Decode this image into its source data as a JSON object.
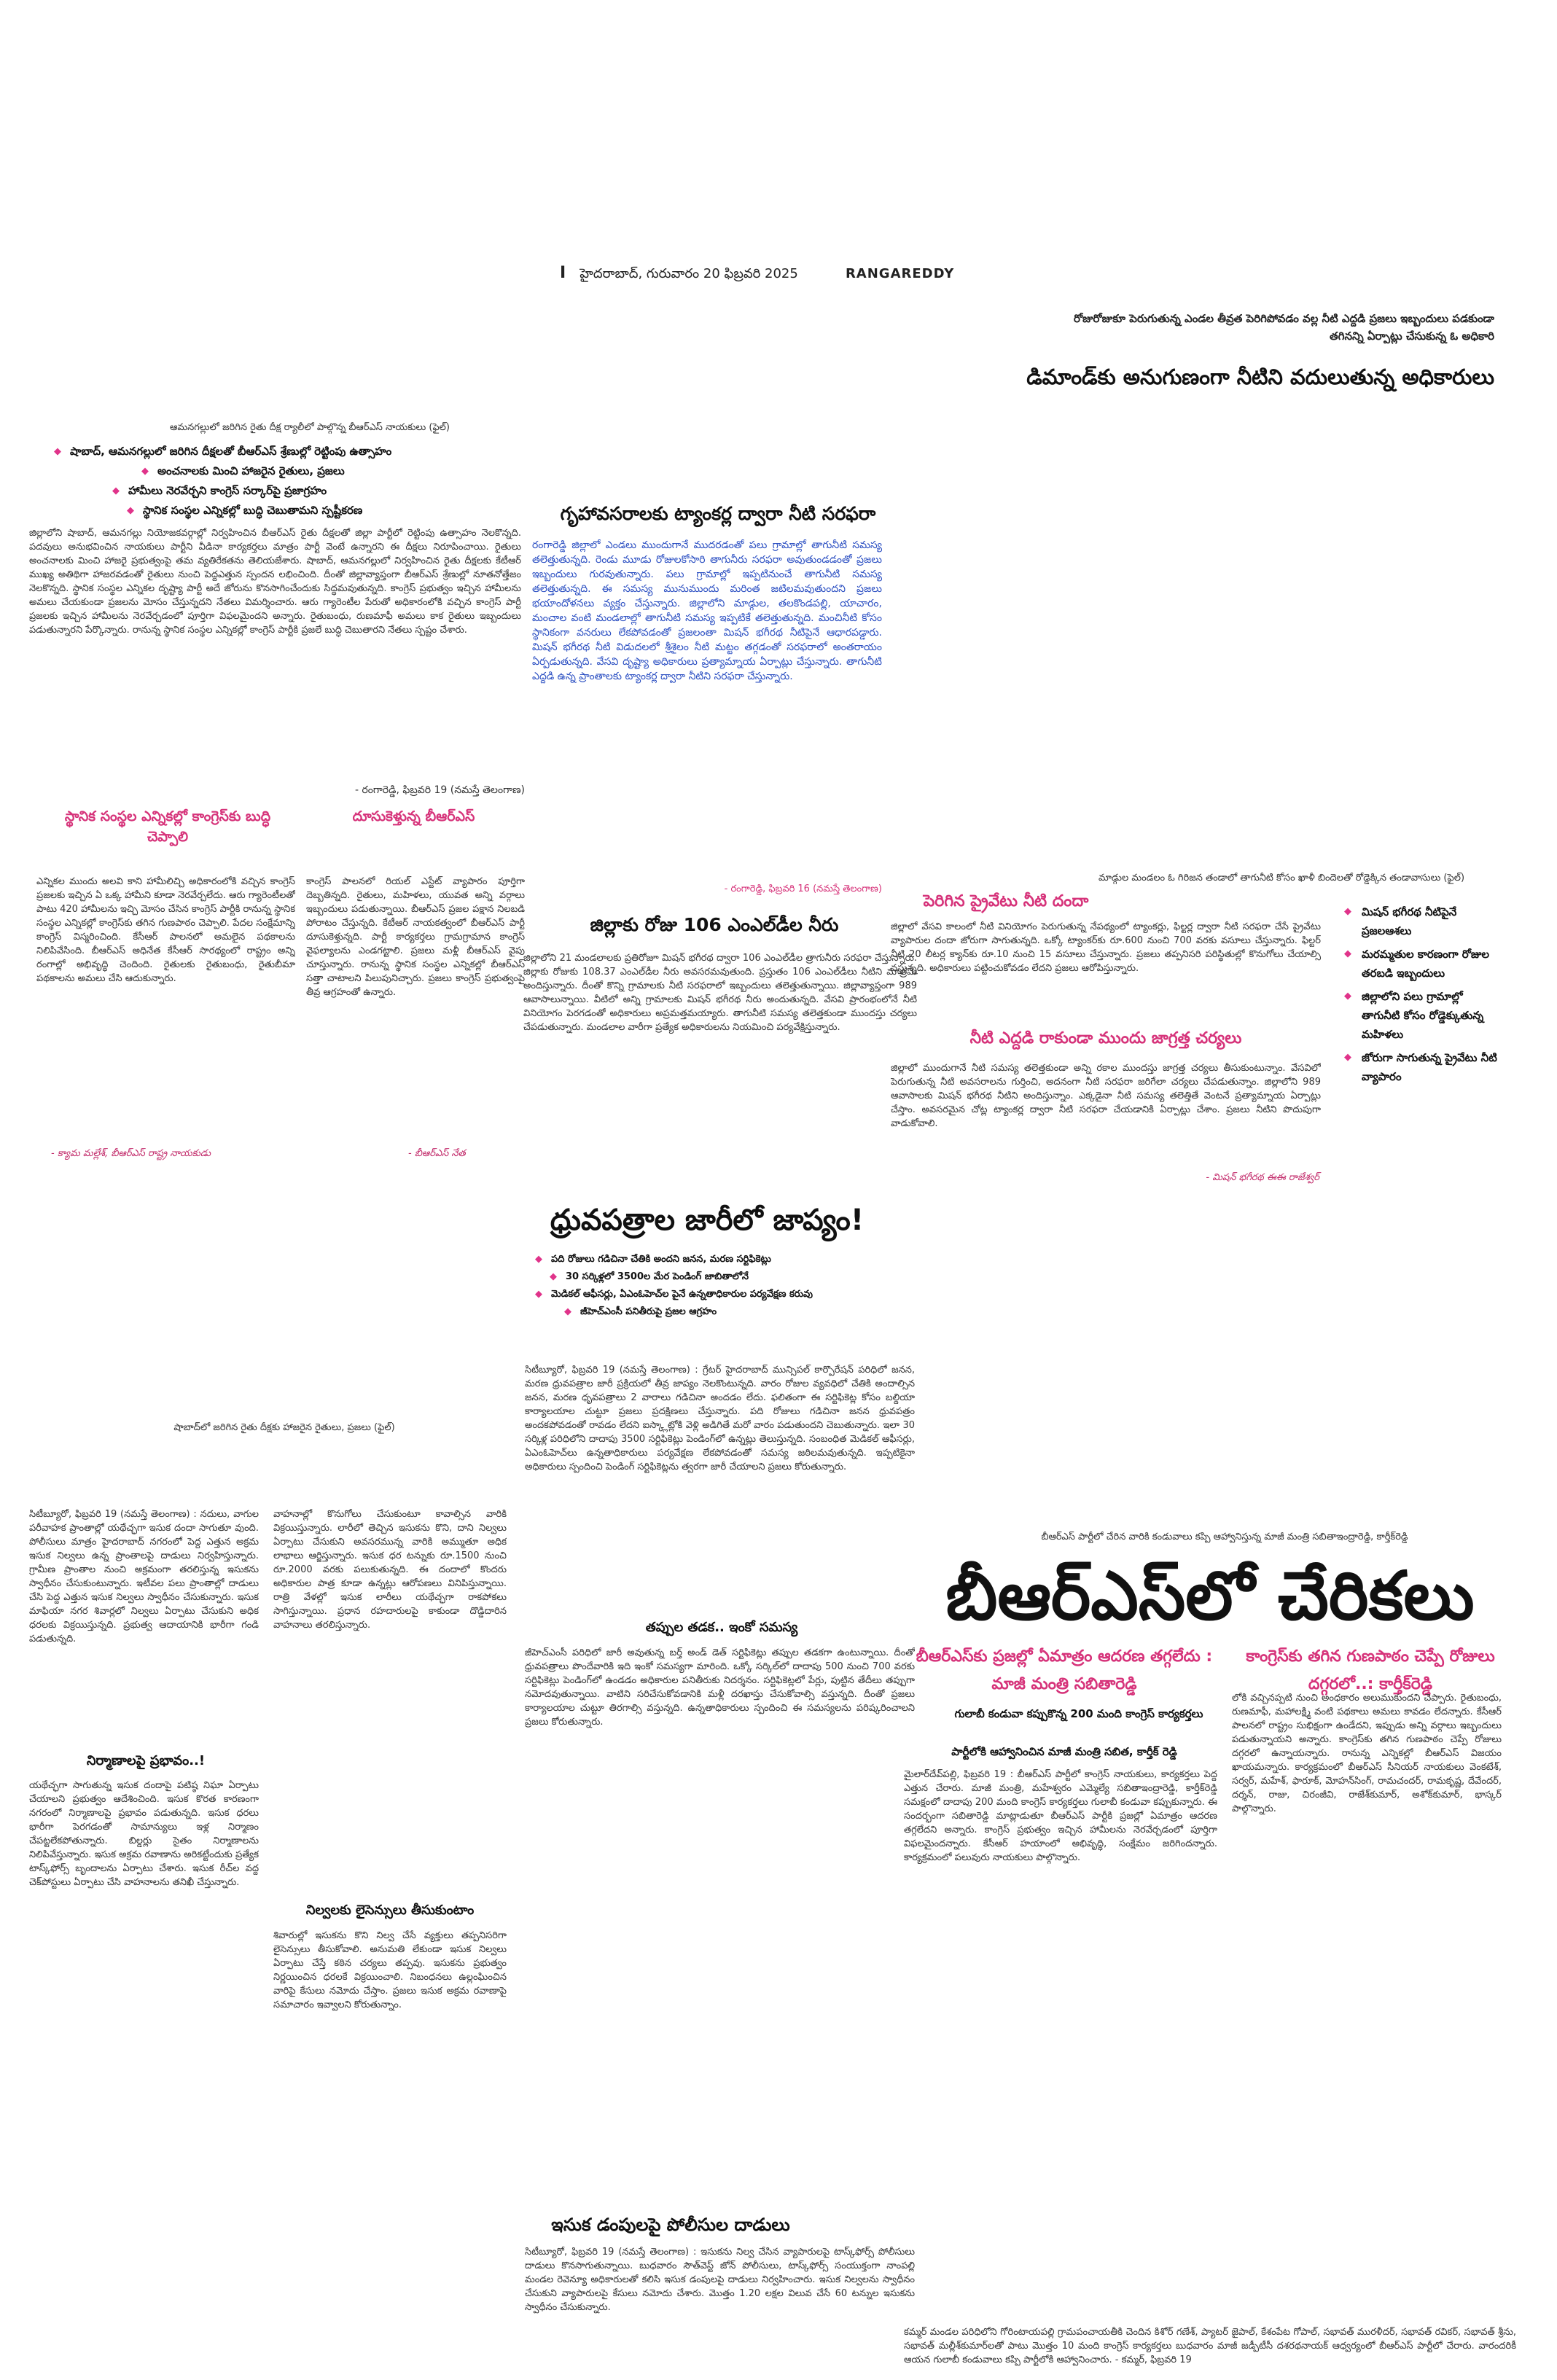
{
  "masthead": {
    "marker": "I",
    "dateline": "హైదరాబాద్, గురువారం 20 ఫిబ్రవరి 2025",
    "section": "RANGAREDDY"
  },
  "water_story": {
    "deck": "రోజురోజుకూ పెరుగుతున్న ఎండల తీవ్రత పెరిగిపోవడం వల్ల నీటి ఎద్దడి ప్రజలు ఇబ్బందులు పడకుండా తగినన్ని ఏర్పాట్లు చేసుకున్న ఓ అధికారి",
    "headline": "డిమాండ్‌కు అనుగుణంగా నీటిని వదులుతున్న అధికారులు"
  },
  "rally_story": {
    "photo_caption_top": "ఆమనగల్లులో జరిగిన రైతు దీక్ష ర్యాలీలో పాల్గొన్న బీఆర్‌ఎస్ నాయకులు (ఫైల్)",
    "bullets": [
      "షాబాద్, ఆమనగల్లులో జరిగిన దీక్షలతో బీఆర్‌ఎస్ శ్రేణుల్లో రెట్టింపు ఉత్సాహం",
      "అంచనాలకు మించి హాజరైన రైతులు, ప్రజలు",
      "హామీలు నెరవేర్చని కాంగ్రెస్ సర్కార్‌పై ప్రజాగ్రహం",
      "స్థానిక సంస్థల ఎన్నికల్లో బుద్ధి చెబుతామని స్పష్టీకరణ"
    ],
    "body": "జిల్లాలోని షాబాద్, ఆమనగల్లు నియోజకవర్గాల్లో నిర్వహించిన బీఆర్‌ఎస్ రైతు దీక్షలతో జిల్లా పార్టీలో రెట్టింపు ఉత్సాహం నెలకొన్నది. పదవులు అనుభవించిన నాయకులు పార్టీని వీడినా కార్యకర్తలు మాత్రం పార్టీ వెంటే ఉన్నారని ఈ దీక్షలు నిరూపించాయి. రైతులు అంచనాలకు మించి హాజరై ప్రభుత్వంపై తమ వ్యతిరేకతను తెలియజేశారు. షాబాద్, ఆమనగల్లులో నిర్వహించిన రైతు దీక్షలకు కేటీఆర్ ముఖ్య అతిథిగా హాజరవడంతో రైతులు నుంచి పెద్దఎత్తున స్పందన లభించింది. దీంతో జిల్లావ్యాప్తంగా బీఆర్‌ఎస్ శ్రేణుల్లో నూతనోత్తేజం నెలకొన్నది. స్థానిక సంస్థల ఎన్నికల దృష్ట్యా పార్టీ అదే జోరును కొనసాగించేందుకు సిద్ధమవుతున్నది. కాంగ్రెస్ ప్రభుత్వం ఇచ్చిన హామీలను అమలు చేయకుండా ప్రజలను మోసం చేస్తున్నదని నేతలు విమర్శించారు. ఆరు గ్యారెంటీల పేరుతో అధికారంలోకి వచ్చిన కాంగ్రెస్ పార్టీ ప్రజలకు ఇచ్చిన హామీలను నెరవేర్చడంలో పూర్తిగా విఫలమైందని అన్నారు. రైతుబంధు, రుణమాఫీ అమలు కాక రైతులు ఇబ్బందులు పడుతున్నారని పేర్కొన్నారు. రానున్న స్థానిక సంస్థల ఎన్నికల్లో కాంగ్రెస్ పార్టీకి ప్రజలే బుద్ధి చెబుతారని నేతలు స్పష్టం చేశారు.",
    "dateline": "- రంగారెడ్డి, ఫిబ్రవరి 19 (నమస్తే తెలంగాణ)"
  },
  "local_story": {
    "headline": "స్థానిక సంస్థల ఎన్నికల్లో కాంగ్రెస్‌కు బుద్ధి చెప్పాలి",
    "body": "ఎన్నికల ముందు అలవి కాని హామీలిచ్చి అధికారంలోకి వచ్చిన కాంగ్రెస్ ప్రజలకు ఇచ్చిన ఏ ఒక్క హామీని కూడా నెరవేర్చలేదు. ఆరు గ్యారెంటీలతో పాటు 420 హామీలను ఇచ్చి మోసం చేసిన కాంగ్రెస్ పార్టీకి రానున్న స్థానిక సంస్థల ఎన్నికల్లో కాంగ్రెస్‌కు తగిన గుణపాఠం చెప్పాలి. పేదల సంక్షేమాన్ని కాంగ్రెస్ విస్మరించింది. కేసీఆర్ పాలనలో అమలైన పథకాలను నిలిపివేసింది. బీఆర్‌ఎస్ అధినేత కేసీఆర్ సారథ్యంలో రాష్ట్రం అన్ని రంగాల్లో అభివృద్ధి చెందింది. రైతులకు రైతుబంధు, రైతుబీమా పథకాలను అమలు చేసి ఆదుకున్నారు.",
    "signature": "- క్యామ మల్లేశ్, బీఆర్‌ఎస్ రాష్ట్ర నాయకుడు"
  },
  "tempo_story": {
    "headline": "దూసుకెళ్తున్న బీఆర్‌ఎస్",
    "body": "కాంగ్రెస్ పాలనలో రియల్ ఎస్టేట్ వ్యాపారం పూర్తిగా దెబ్బతిన్నది. రైతులు, మహిళలు, యువత అన్ని వర్గాలు ఇబ్బందులు పడుతున్నాయి. బీఆర్‌ఎస్ ప్రజల పక్షాన నిలబడి పోరాటం చేస్తున్నది. కేటీఆర్ నాయకత్వంలో బీఆర్‌ఎస్ పార్టీ దూసుకెళ్తున్నది. పార్టీ కార్యకర్తలు గ్రామగ్రామాన కాంగ్రెస్ వైఫల్యాలను ఎండగట్టాలి. ప్రజలు మళ్లీ బీఆర్‌ఎస్ వైపు చూస్తున్నారు. రానున్న స్థానిక సంస్థల ఎన్నికల్లో బీఆర్‌ఎస్ సత్తా చాటాలని పిలుపునిచ్చారు. ప్రజలు కాంగ్రెస్ ప్రభుత్వంపై తీవ్ర ఆగ్రహంతో ఉన్నారు.",
    "signature": "- బీఆర్‌ఎస్ నేత"
  },
  "tanker_story": {
    "headline": "గృహావసరాలకు ట్యాంకర్ల ద్వారా నీటి సరఫరా",
    "body": "రంగారెడ్డి జిల్లాలో ఎండలు ముందుగానే ముదరడంతో పలు గ్రామాల్లో తాగునీటి సమస్య తలెత్తుతున్నది. రెండు మూడు రోజులకోసారి తాగునీరు సరఫరా అవుతుండడంతో ప్రజలు ఇబ్బందులు గురవుతున్నారు. పలు గ్రామాల్లో ఇప్పటినుంచే తాగునీటి సమస్య తలెత్తుతున్నది. ఈ సమస్య మునుముందు మరింత జటిలమవుతుందని ప్రజలు భయాందోళనలు వ్యక్తం చేస్తున్నారు. జిల్లాలోని మాడ్గుల, తలకొండపల్లి, యాచారం, మంచాల వంటి మండలాల్లో తాగునీటి సమస్య ఇప్పటికే తలెత్తుతున్నది. మంచినీటి కోసం స్థానికంగా వనరులు లేకపోవడంతో ప్రజలంతా మిషన్ భగీరథ నీటిపైనే ఆధారపడ్డారు. మిషన్ భగీరథ నీటి విడుదలలో శ్రీశైలం నీటి మట్టం తగ్గడంతో సరఫరాలో అంతరాయం ఏర్పడుతున్నది. వేసవి దృష్ట్యా అధికారులు ప్రత్యామ్నాయ ఏర్పాట్లు చేస్తున్నారు. తాగునీటి ఎద్దడి ఉన్న ప్రాంతాలకు ట్యాంకర్ల ద్వారా నీటిని సరఫరా చేస్తున్నారు.",
    "dateline": "- రంగారెడ్డి, ఫిబ్రవరి 16 (నమస్తే తెలంగాణ)"
  },
  "district_story": {
    "headline": "జిల్లాకు రోజు 106 ఎంఎల్‌డీల నీరు",
    "body": "జిల్లాలోని 21 మండలాలకు ప్రతిరోజూ మిషన్ భగీరథ ద్వారా 106 ఎంఎల్‌డీల త్రాగునీరు సరఫరా చేస్తున్నారు. జిల్లాకు రోజుకు 108.37 ఎంఎల్‌డీల నీరు అవసరమవుతుంది. ప్రస్తుతం 106 ఎంఎల్‌డీలు నీటిని మాత్రమే అందిస్తున్నారు. దీంతో కొన్ని గ్రామాలకు నీటి సరఫరాలో ఇబ్బందులు తలెత్తుతున్నాయి. జిల్లావ్యాప్తంగా 989 ఆవాసాలున్నాయి. వీటిలో అన్ని గ్రామాలకు మిషన్ భగీరథ నీరు అందుతున్నది. వేసవి ప్రారంభంలోనే నీటి వినియోగం పెరగడంతో అధికారులు అప్రమత్తమయ్యారు. తాగునీటి సమస్య తలెత్తకుండా ముందస్తు చర్యలు చేపడుతున్నారు. మండలాల వారీగా ప్రత్యేక అధికారులను నియమించి పర్యవేక్షిస్తున్నారు.",
    "signature": ""
  },
  "private_story": {
    "photo_caption": "మాడ్గుల మండలం ఓ గిరిజన తండాలో తాగునీటి కోసం ఖాళీ బిందెలతో రోడ్డెక్కిన తండావాసులు (ఫైల్)",
    "headline": "పెరిగిన ప్రైవేటు నీటి దందా",
    "body": "జిల్లాలో వేసవి కాలంలో నీటి వినియోగం పెరుగుతున్న నేపథ్యంలో ట్యాంకర్లు, ఫిల్టర్ల ద్వారా నీటి సరఫరా చేసే ప్రైవేటు వ్యాపారుల దందా జోరుగా సాగుతున్నది. ఒక్కో ట్యాంకర్‌కు రూ.600 నుంచి 700 వరకు వసూలు చేస్తున్నారు. ఫిల్టర్ నీటి 20 లీటర్ల క్యాన్‌కు రూ.10 నుంచి 15 వసూలు చేస్తున్నారు. ప్రజలు తప్పనిసరి పరిస్థితుల్లో కొనుగోలు చేయాల్సి వస్తున్నది. అధికారులు పట్టించుకోవడం లేదని ప్రజలు ఆరోపిస్తున్నారు.",
    "subhead": "నీటి ఎద్దడి రాకుండా ముందు జాగ్రత్త చర్యలు",
    "body2": "జిల్లాలో ముందుగానే నీటి సమస్య తలెత్తకుండా అన్ని రకాల ముందస్తు జాగ్రత్త చర్యలు తీసుకుంటున్నాం. వేసవిలో పెరుగుతున్న నీటి అవసరాలను గుర్తించి, అదనంగా నీటి సరఫరా జరిగేలా చర్యలు చేపడుతున్నాం. జిల్లాలోని 989 ఆవాసాలకు మిషన్ భగీరథ నీటిని అందిస్తున్నాం. ఎక్కడైనా నీటి సమస్య తలెత్తితే వెంటనే ప్రత్యామ్నాయ ఏర్పాట్లు చేస్తాం. అవసరమైన చోట్ల ట్యాంకర్ల ద్వారా నీటి సరఫరా చేయడానికి ఏర్పాట్లు చేశాం. ప్రజలు నీటిని పొదుపుగా వాడుకోవాలి.",
    "signature": "- మిషన్ భగీరథ ఈఈ రాజేశ్వర్"
  },
  "side_points": [
    "మిషన్ భగీరథ నీటిపైనే ప్రజలఆశలు",
    "మరమ్మతుల కారణంగా రోజుల తరబడి ఇబ్బందులు",
    "జిల్లాలోని పలు గ్రామాల్లో తాగునీటి కోసం రోడ్డెక్కుతున్న మహిళలు",
    "జోరుగా సాగుతున్న ప్రైవేటు నీటి వ్యాపారం"
  ],
  "docs_story": {
    "headline": "ధ్రువపత్రాల జారీలో జాప్యం!",
    "bullets": [
      "పది రోజులు గడిచినా చేతికి అందని జనన, మరణ సర్టిఫికెట్లు",
      "30 సర్కిళ్లలో 3500ల మేర పెండింగ్ జాబితాలోనే",
      "మెడికల్ ఆఫీసర్లు, ఏఎంఓహెచ్‌ల పైనే ఉన్నతాధికారుల పర్యవేక్షణ కరువు",
      "జీహెచ్‌ఎంసీ పనితీరుపై ప్రజల ఆగ్రహం"
    ],
    "body": "సిటీబ్యూరో, ఫిబ్రవరి 19 (నమస్తే తెలంగాణ) : గ్రేటర్ హైదరాబాద్ మున్సిపల్ కార్పొరేషన్ పరిధిలో జనన, మరణ ధ్రువపత్రాల జారీ ప్రక్రియలో తీవ్ర జాప్యం నెలకొంటున్నది. వారం రోజుల వ్యవధిలో చేతికి అందాల్సిన జనన, మరణ ధృవపత్రాలు 2 వారాలు గడిచినా అందడం లేదు. ఫలితంగా ఈ సర్టిఫికెట్ల కోసం బల్దియా కార్యాలయాల చుట్టూ ప్రజలు ప్రదక్షిణలు చేస్తున్నారు. పది రోజులు గడిచినా జనన ధ్రువపత్రం అందకపోవడంతో రావడం లేదని ఐస్క్లాట్లోకి వెళ్లి అడిగితే మరో వారం పడుతుందని చెబుతున్నారు. ఇలా 30 సర్కిళ్ల పరిధిలోని దాదాపు 3500 సర్టిఫికెట్లు పెండింగ్‌లో ఉన్నట్లు తెలుస్తున్నది. సంబంధిత మెడికల్ ఆఫీసర్లు, ఏఎంఓహెచ్‌లు ఉన్నతాధికారులు పర్యవేక్షణ లేకపోవడంతో సమస్య జఠిలమవుతున్నది. ఇప్పటికైనా అధికారులు స్పందించి పెండింగ్ సర్టిఫికెట్లను త్వరగా జారీ చేయాలని ప్రజలు కోరుతున్నారు.",
    "subhead": "తప్పుల తడక.. ఇంకో సమస్య",
    "body2": "జీహెచ్‌ఎంసీ పరిధిలో జారీ అవుతున్న బర్త్ అండ్ డెత్ సర్టిఫికెట్లు తప్పుల తడకగా ఉంటున్నాయి. దీంతో ధ్రువపత్రాలు పొందేవారికి ఇది ఇంకో సమస్యగా మారింది. ఒక్కో సర్కిల్‌లో దాదాపు 500 నుంచి 700 వరకు సర్టిఫికెట్లు పెండింగ్‌లో ఉండడం అధికారుల పనితీరుకు నిదర్శనం. సర్టిఫికెట్లలో పేర్లు, పుట్టిన తేదీలు తప్పుగా నమోదవుతున్నాయి. వాటిని సరిచేసుకోవడానికి మళ్లీ దరఖాస్తు చేసుకోవాల్సి వస్తున్నది. దీంతో ప్రజలు కార్యాలయాల చుట్టూ తిరగాల్సి వస్తున్నది. ఉన్నతాధికారులు స్పందించి ఈ సమస్యలను పరిష్కరించాలని ప్రజలు కోరుతున్నారు."
  },
  "shabad_caption": "షాబాద్‌లో జరిగిన రైతు దీక్షకు హాజరైన రైతులు, ప్రజలు (ఫైల్)",
  "sand_story": {
    "body": "సిటీబ్యూరో, ఫిబ్రవరి 19 (నమస్తే తెలంగాణ) : నదులు, వాగుల పరీవాహక ప్రాంతాల్లో యథేచ్ఛగా ఇసుక దందా సాగుతూ వుంది. పోలీసులు మాత్రం హైదరాబాద్ నగరంలో పెద్ద ఎత్తున అక్రమ ఇసుక నిల్వలు ఉన్న ప్రాంతాలపై దాడులు నిర్వహిస్తున్నారు. గ్రామీణ ప్రాంతాల నుంచి అక్రమంగా తరలిస్తున్న ఇసుకను స్వాధీనం చేసుకుంటున్నారు. ఇటీవల పలు ప్రాంతాల్లో దాడులు చేసి పెద్ద ఎత్తున ఇసుక నిల్వలు స్వాధీనం చేసుకున్నారు. ఇసుక మాఫియా నగర శివార్లలో నిల్వలు ఏర్పాటు చేసుకుని అధిక ధరలకు విక్రయిస్తున్నది. ప్రభుత్వ ఆదాయానికి భారీగా గండి పడుతున్నది.",
    "subhead": "నిర్మాణాలపై ప్రభావం..!",
    "body2": "యథేచ్ఛగా సాగుతున్న ఇసుక దందాపై పటిష్ఠ నిఘా ఏర్పాటు చేయాలని ప్రభుత్వం ఆదేశించింది. ఇసుక కొరత కారణంగా నగరంలో నిర్మాణాలపై ప్రభావం పడుతున్నది. ఇసుక ధరలు భారీగా పెరగడంతో సామాన్యులు ఇళ్ల నిర్మాణం చేపట్టలేకపోతున్నారు. బిల్డర్లు సైతం నిర్మాణాలను నిలిపివేస్తున్నారు. ఇసుక అక్రమ రవాణాను అరికట్టేందుకు ప్రత్యేక టాస్క్‌ఫోర్స్ బృందాలను ఏర్పాటు చేశారు. ఇసుక రీచ్‌ల వద్ద చెక్‌పోస్టులు ఏర్పాటు చేసి వాహనాలను తనిఖీ చేస్తున్నారు.",
    "col2": "వాహనాల్లో కొనుగోలు చేసుకుంటూ కావాల్సిన వారికి విక్రయిస్తున్నారు. లారీలో తెచ్చిన ఇసుకను కొని, దాని నిల్వలు ఏర్పాటు చేసుకుని అవసరమున్న వారికి అమ్ముతూ అధిక లాభాలు ఆర్జిస్తున్నారు. ఇసుక ధర టన్నుకు రూ.1500 నుంచి రూ.2000 వరకు పలుకుతున్నది. ఈ దందాలో కొందరు అధికారుల పాత్ర కూడా ఉన్నట్లు ఆరోపణలు వినిపిస్తున్నాయి. రాత్రి వేళల్లో ఇసుక లారీలు యథేచ్ఛగా రాకపోకలు సాగిస్తున్నాయి. ప్రధాన రహదారులపై కాకుండా దొడ్డిదారిన వాహనాలు తరలిస్తున్నారు.",
    "subhead2": "నిల్వలకు లైసెన్సులు తీసుకుంటాం",
    "col2b": "శివారుల్లో ఇసుకను కొని నిల్వ చేసే వ్యక్తులు తప్పనిసరిగా లైసెన్సులు తీసుకోవాలి. అనుమతి లేకుండా ఇసుక నిల్వలు ఏర్పాటు చేస్తే కఠిన చర్యలు తప్పవు. ఇసుకను ప్రభుత్వం నిర్ణయించిన ధరలకే విక్రయించాలి. నిబంధనలు ఉల్లంఘించిన వారిపై కేసులు నమోదు చేస్తాం. ప్రజలు ఇసుక అక్రమ రవాణాపై సమాచారం ఇవ్వాలని కోరుతున్నాం.",
    "headline": "ఇసుక డంపులపై పోలీసుల దాడులు",
    "body3": "సిటీబ్యూరో, ఫిబ్రవరి 19 (నమస్తే తెలంగాణ) : ఇసుకను నిల్వ చేసిన వ్యాపారులపై టాస్క్‌ఫోర్స్ పోలీసులు దాడులు కొనసాగుతున్నాయి. బుధవారం సౌత్‌వెస్ట్ జోన్ పోలీసులు, టాస్క్‌ఫోర్స్ సంయుక్తంగా నాంపల్లి మండల రెవెన్యూ అధికారులతో కలిసి ఇసుక డంపులపై దాడులు నిర్వహించారు. ఇసుక నిల్వలను స్వాధీనం చేసుకుని వ్యాపారులపై కేసులు నమోదు చేశారు. మొత్తం 1.20 లక్షల విలువ చేసే 60 టన్నుల ఇసుకను స్వాధీనం చేసుకున్నారు."
  },
  "brs_join": {
    "photo_caption": "బీఆర్‌ఎస్ పార్టీలో చేరిన వారికి కండువాలు కప్పి ఆహ్వానిస్తున్న మాజీ మంత్రి సబితాఇంద్రారెడ్డి, కార్తీక్‌రెడ్డి",
    "headline": "బీఆర్‌ఎస్‌లో చేరికలు",
    "sub_left": "బీఆర్‌ఎస్‌కు ప్రజల్లో ఏమాత్రం ఆదరణ తగ్గలేదు : మాజీ మంత్రి సబితారెడ్డి",
    "sub_right": "కాంగ్రెస్‌కు తగిన గుణపాఠం చెప్పే రోజులు దగ్గరలో..: కార్తీక్‌రెడ్డి",
    "kicker": "గులాబీ కండువా కప్పుకొన్న 200 మంది కాంగ్రెస్ కార్యకర్తలు",
    "kicker2": "పార్టీలోకి ఆహ్వానించిన మాజీ మంత్రి సబిత, కార్తీక్ రెడ్డి",
    "body_left": "మైలార్‌దేవ్‌పల్లి, ఫిబ్రవరి 19 : బీఆర్‌ఎస్ పార్టీలో కాంగ్రెస్ నాయకులు, కార్యకర్తలు పెద్ద ఎత్తున చేరారు. మాజీ మంత్రి, మహేశ్వరం ఎమ్మెల్యే సబితాఇంద్రారెడ్డి, కార్తీక్‌రెడ్డి సమక్షంలో దాదాపు 200 మంది కాంగ్రెస్ కార్యకర్తలు గులాబీ కండువా కప్పుకున్నారు. ఈ సందర్భంగా సబితారెడ్డి మాట్లాడుతూ బీఆర్‌ఎస్ పార్టీకి ప్రజల్లో ఏమాత్రం ఆదరణ తగ్గలేదని అన్నారు. కాంగ్రెస్ ప్రభుత్వం ఇచ్చిన హామీలను నెరవేర్చడంలో పూర్తిగా విఫలమైందన్నారు. కేసీఆర్ హయాంలో అభివృద్ధి, సంక్షేమం జరిగిందన్నారు. కార్యక్రమంలో పలువురు నాయకులు పాల్గొన్నారు.",
    "body_right": "లోకి వచ్చినప్పటి నుంచి అంధకారం అలుముకుందని చెప్పారు. రైతుబంధు, రుణమాఫీ, మహాలక్ష్మి వంటి పథకాలు అమలు కావడం లేదన్నారు. కేసీఆర్ పాలనలో రాష్ట్రం సుభిక్షంగా ఉండేదని, ఇప్పుడు అన్ని వర్గాలు ఇబ్బందులు పడుతున్నాయని అన్నారు. కాంగ్రెస్‌కు తగిన గుణపాఠం చెప్పే రోజులు దగ్గరలో ఉన్నాయన్నారు. రానున్న ఎన్నికల్లో బీఆర్‌ఎస్ విజయం ఖాయమన్నారు. కార్యక్రమంలో బీఆర్‌ఎస్ సీనియర్ నాయకులు వెంకటేశ్, సర్వర్, మహేశ్, ఫారూక్, మోహన్‌సింగ్, రామచందర్, రామకృష్ణ, దేవేందర్, దర్శన్, రాజు, చిరంజీవి, రాజేశ్‌కుమార్, అశోక్‌కుమార్, భాస్కర్ పాల్గొన్నారు."
  },
  "footer_caption": "కమ్మర్ మండల పరిధిలోని గోరింటాయపల్లి గ్రామపంచాయతీకి చెందిన కిశోర్ గణేశ్, ప్యాటర్ జైపాల్, కేశంపేట గోపాల్, సభావత్ మురళీదర్, సభావత్ రవికర్, సభావత్ శ్రీను, సభావత్ మల్లీశ్‌కుమార్‌లతో పాటు మొత్తం 10 మంది కాంగ్రెస్ కార్యకర్తలు బుధవారం మాజీ జడ్పీటీసీ దశరథనాయక్ ఆధ్వర్యంలో బీఆర్‌ఎస్ పార్టీలో చేరారు. వారందరికీ ఆయన గులాబీ కండువాలు కప్పి పార్టీలోకి ఆహ్వానించారు. - కమ్మర్, ఫిబ్రవరి 19"
}
